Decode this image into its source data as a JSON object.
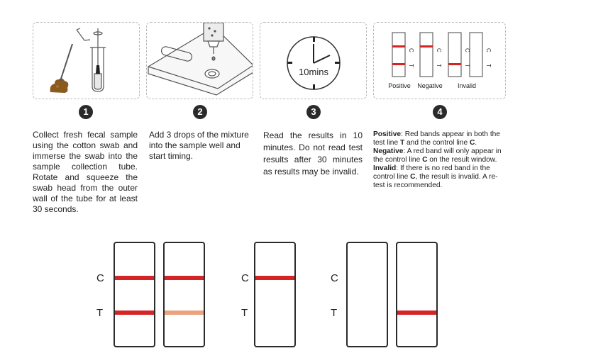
{
  "panel_captions": {
    "positive": "Positive",
    "negative": "Negative",
    "invalid": "Invalid",
    "timer": "10mins"
  },
  "strip_marks": {
    "c": "C",
    "t": "T"
  },
  "steps": [
    {
      "number": "1",
      "text": "Collect fresh fecal sample using the cotton swab and immerse the swab into the sample collection tube. Rotate and squeeze the swab head from the outer wall of the tube for at least 30 seconds."
    },
    {
      "number": "2",
      "text": "Add 3 drops of the mixture into the sample well and start timing."
    },
    {
      "number": "3",
      "text": "Read the results in 10 minutes. Do not read test results after 30 minutes as results may be invalid."
    },
    {
      "number": "4",
      "positive_label": "Positive",
      "positive_text_1": ": Red bands appear in both the test line ",
      "positive_t": "T",
      "positive_text_2": " and the control line ",
      "positive_c": "C",
      "positive_text_3": ".",
      "negative_label": "Negative",
      "negative_text_1": ": A red band will only appear in the control line ",
      "negative_c": "C",
      "negative_text_2": " on the result window.",
      "invalid_label": "Invalid",
      "invalid_text_1": ": If there is no red band in the control line ",
      "invalid_c": "C",
      "invalid_text_2": ", the result is invalid. A re-test is recommended."
    }
  ],
  "result_labels": {
    "c": "C",
    "t": "T"
  },
  "colors": {
    "red_band": "#d42426",
    "faint_band": "#eba27e",
    "dark": "#2a2a2a"
  }
}
